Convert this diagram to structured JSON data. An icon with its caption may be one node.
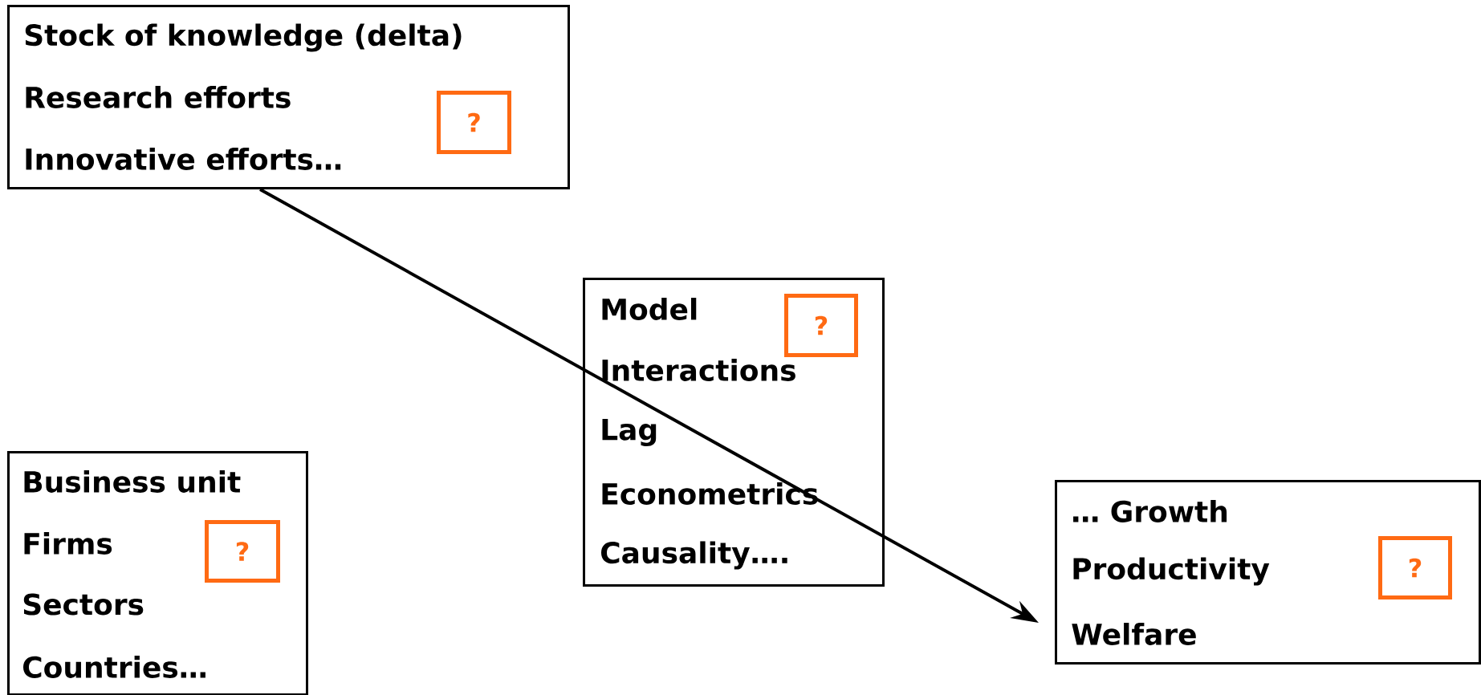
{
  "diagram": {
    "nodes": [
      {
        "text": [
          "Stock of knowledge (delta)",
          "Research efforts",
          "Innovative efforts…"
        ]
      },
      {
        "text": [
          "?"
        ],
        "in": 0
      },
      {
        "text": [
          "Model",
          "Interactions",
          "Lag",
          "Econometrics",
          "Causality…."
        ]
      },
      {
        "text": [
          "?"
        ],
        "in": 2
      },
      {
        "text": [
          "Business unit",
          "Firms",
          "Sectors",
          "Countries…"
        ]
      },
      {
        "text": [
          "?"
        ],
        "in": 4
      },
      {
        "text": [
          "… Growth",
          "Productivity",
          "Welfare"
        ]
      },
      {
        "text": [
          "?"
        ],
        "in": 6
      }
    ],
    "edges": [
      {
        "from": 0,
        "to": 6,
        "arrow": "to"
      }
    ]
  }
}
